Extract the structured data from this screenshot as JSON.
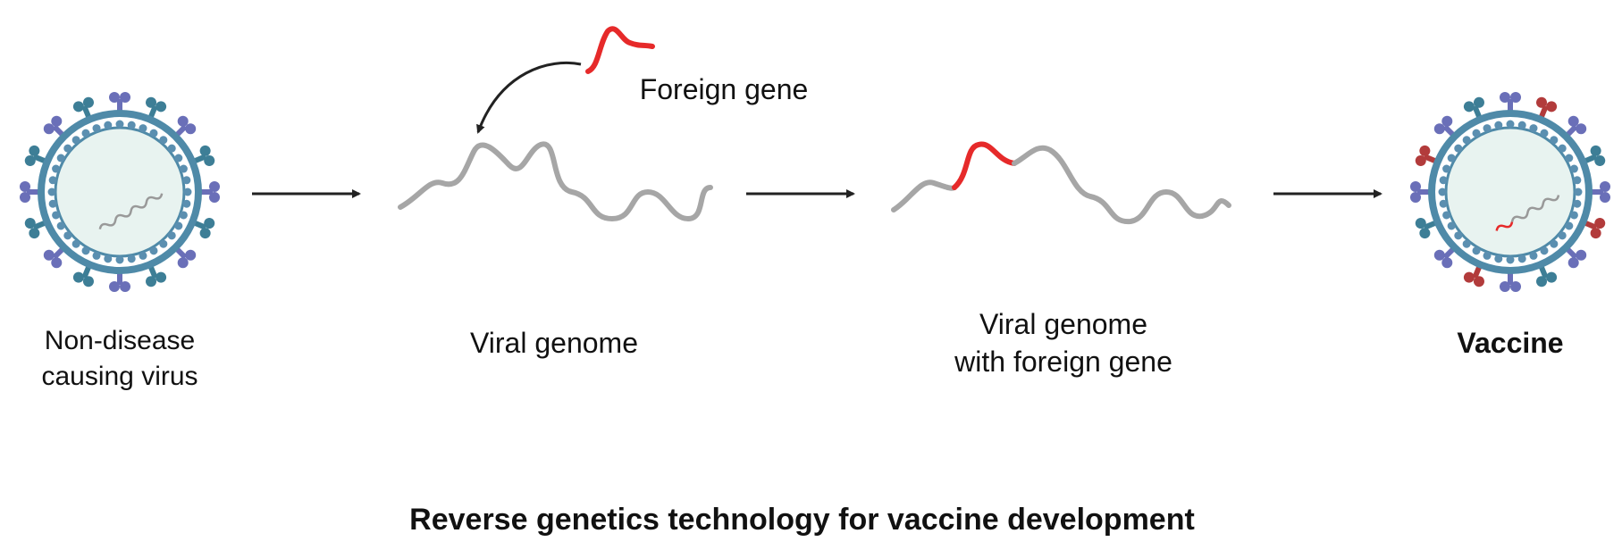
{
  "colors": {
    "genome": "#a6a6a6",
    "foreign_gene": "#e62a2a",
    "arrow": "#222222",
    "membrane": "#4f8aa8",
    "membrane_beads": "#5b8fb0",
    "capsid_fill": "#e8f3f0",
    "spike_blue": "#6a6fb8",
    "spike_teal": "#3d7e96",
    "spike_red": "#b23b3b"
  },
  "labels": {
    "foreign_gene": "Foreign gene",
    "virus": [
      "Non-disease",
      "causing virus"
    ],
    "viral_genome": "Viral genome",
    "viral_genome_foreign": [
      "Viral genome",
      "with foreign gene"
    ],
    "vaccine": "Vaccine"
  },
  "title": "Reverse genetics technology for vaccine development"
}
